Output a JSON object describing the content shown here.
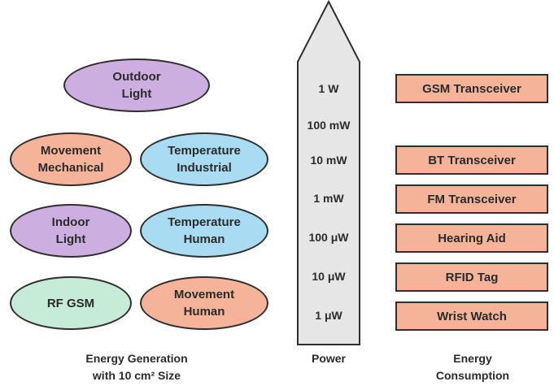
{
  "colors": {
    "purple": "#cdaee0",
    "salmon": "#f5b39a",
    "blue": "#a9dcf3",
    "green": "#c6ebd6",
    "arrow_fill": "#e6e6e6",
    "outline": "#2f2f2f"
  },
  "energy_generation": {
    "sources": [
      {
        "label": "Outdoor\nLight",
        "color": "purple"
      },
      {
        "label": "Movement\nMechanical",
        "color": "salmon"
      },
      {
        "label": "Temperature\nIndustrial",
        "color": "blue"
      },
      {
        "label": "Indoor\nLight",
        "color": "purple"
      },
      {
        "label": "Temperature\nHuman",
        "color": "blue"
      },
      {
        "label": "RF GSM",
        "color": "green"
      },
      {
        "label": "Movement\nHuman",
        "color": "salmon"
      }
    ],
    "caption": "Energy Generation\nwith 10 cm² Size"
  },
  "power": {
    "levels": [
      "1 W",
      "100 mW",
      "10 mW",
      "1 mW",
      "100 μW",
      "10 μW",
      "1 μW"
    ],
    "caption": "Power"
  },
  "energy_consumption": {
    "devices": [
      "GSM Transceiver",
      "BT Transceiver",
      "FM Transceiver",
      "Hearing Aid",
      "RFID Tag",
      "Wrist Watch"
    ],
    "color": "salmon",
    "caption": "Energy\nConsumption"
  }
}
